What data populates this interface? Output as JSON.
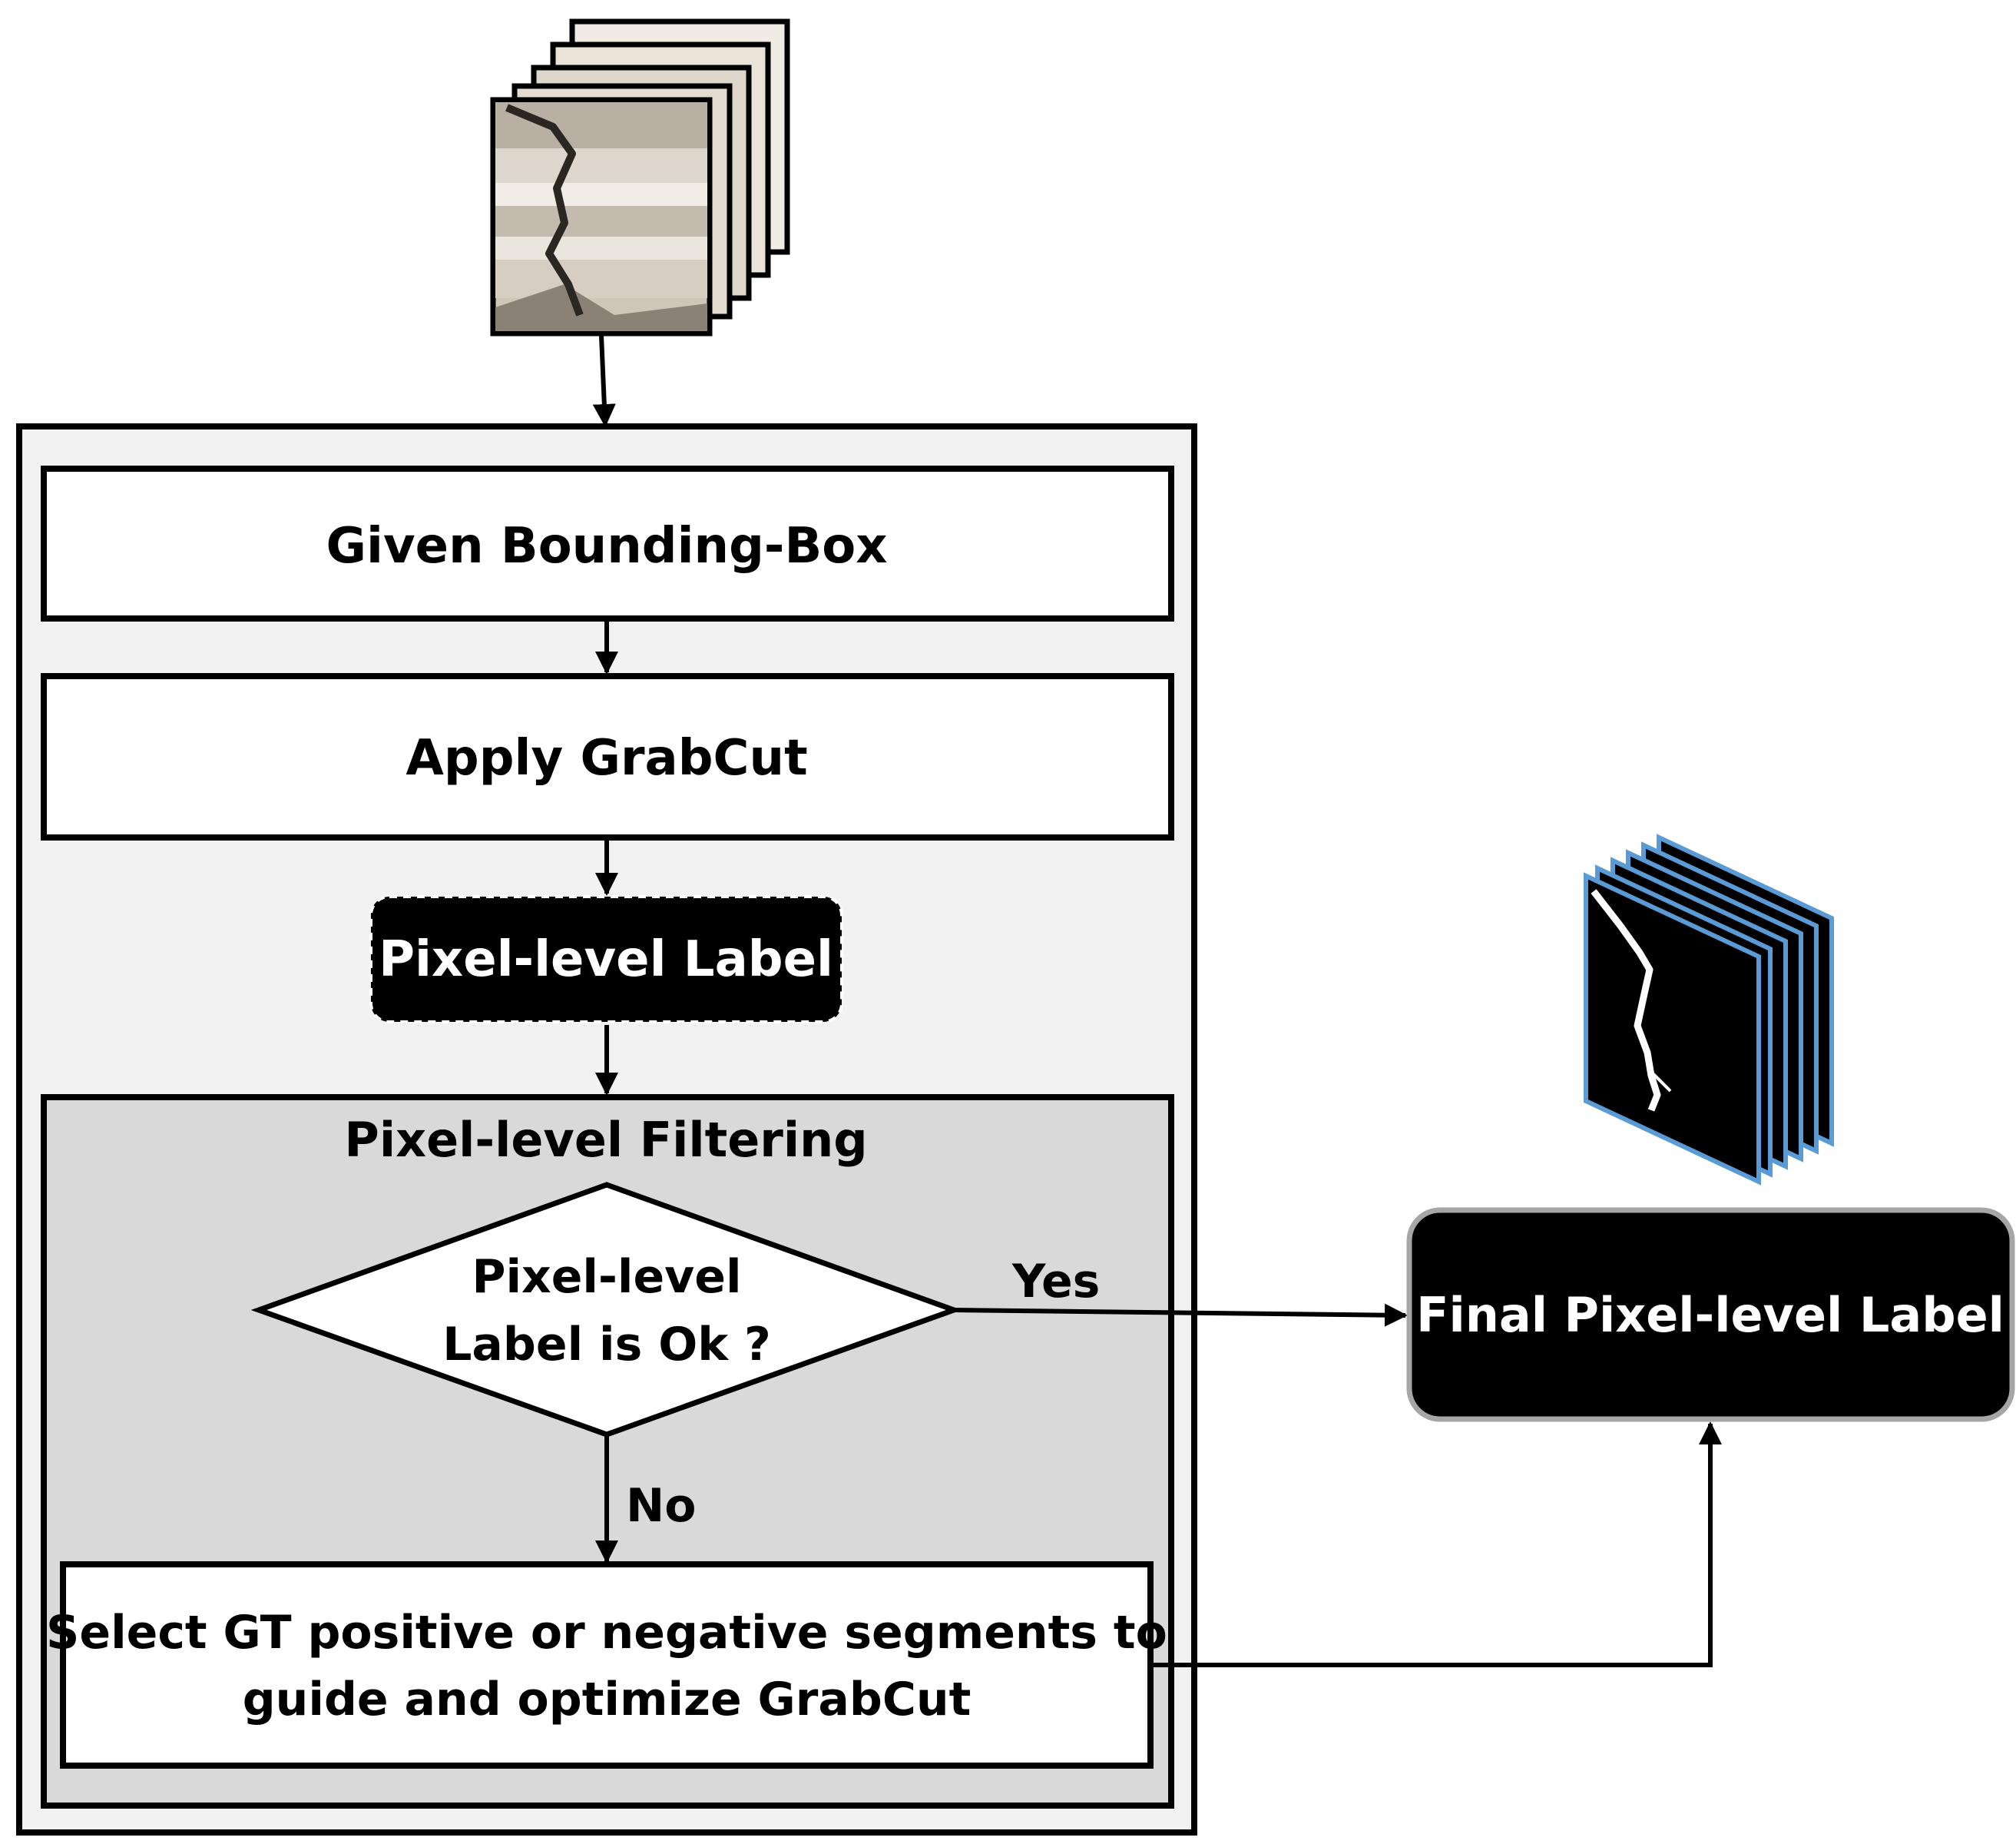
{
  "boxes": {
    "given_bbox": "Given Bounding-Box",
    "apply_grabcut": "Apply GrabCut",
    "pixel_label": "Pixel-level Label",
    "filtering_title": "Pixel-level Filtering",
    "decision_line1": "Pixel-level",
    "decision_line2": "Label is Ok ?",
    "select_line1": "Select GT positive or negative segments to",
    "select_line2": "guide and optimize GrabCut",
    "final_label": "Final Pixel-level Label"
  },
  "edges": {
    "yes": "Yes",
    "no": "No"
  },
  "colors": {
    "stroke": "#000000",
    "outer_panel": "#f2f2f2",
    "filter_panel": "#d9d9d9",
    "final_border": "#a6a6a6",
    "mask_border": "#5b9bd5"
  }
}
